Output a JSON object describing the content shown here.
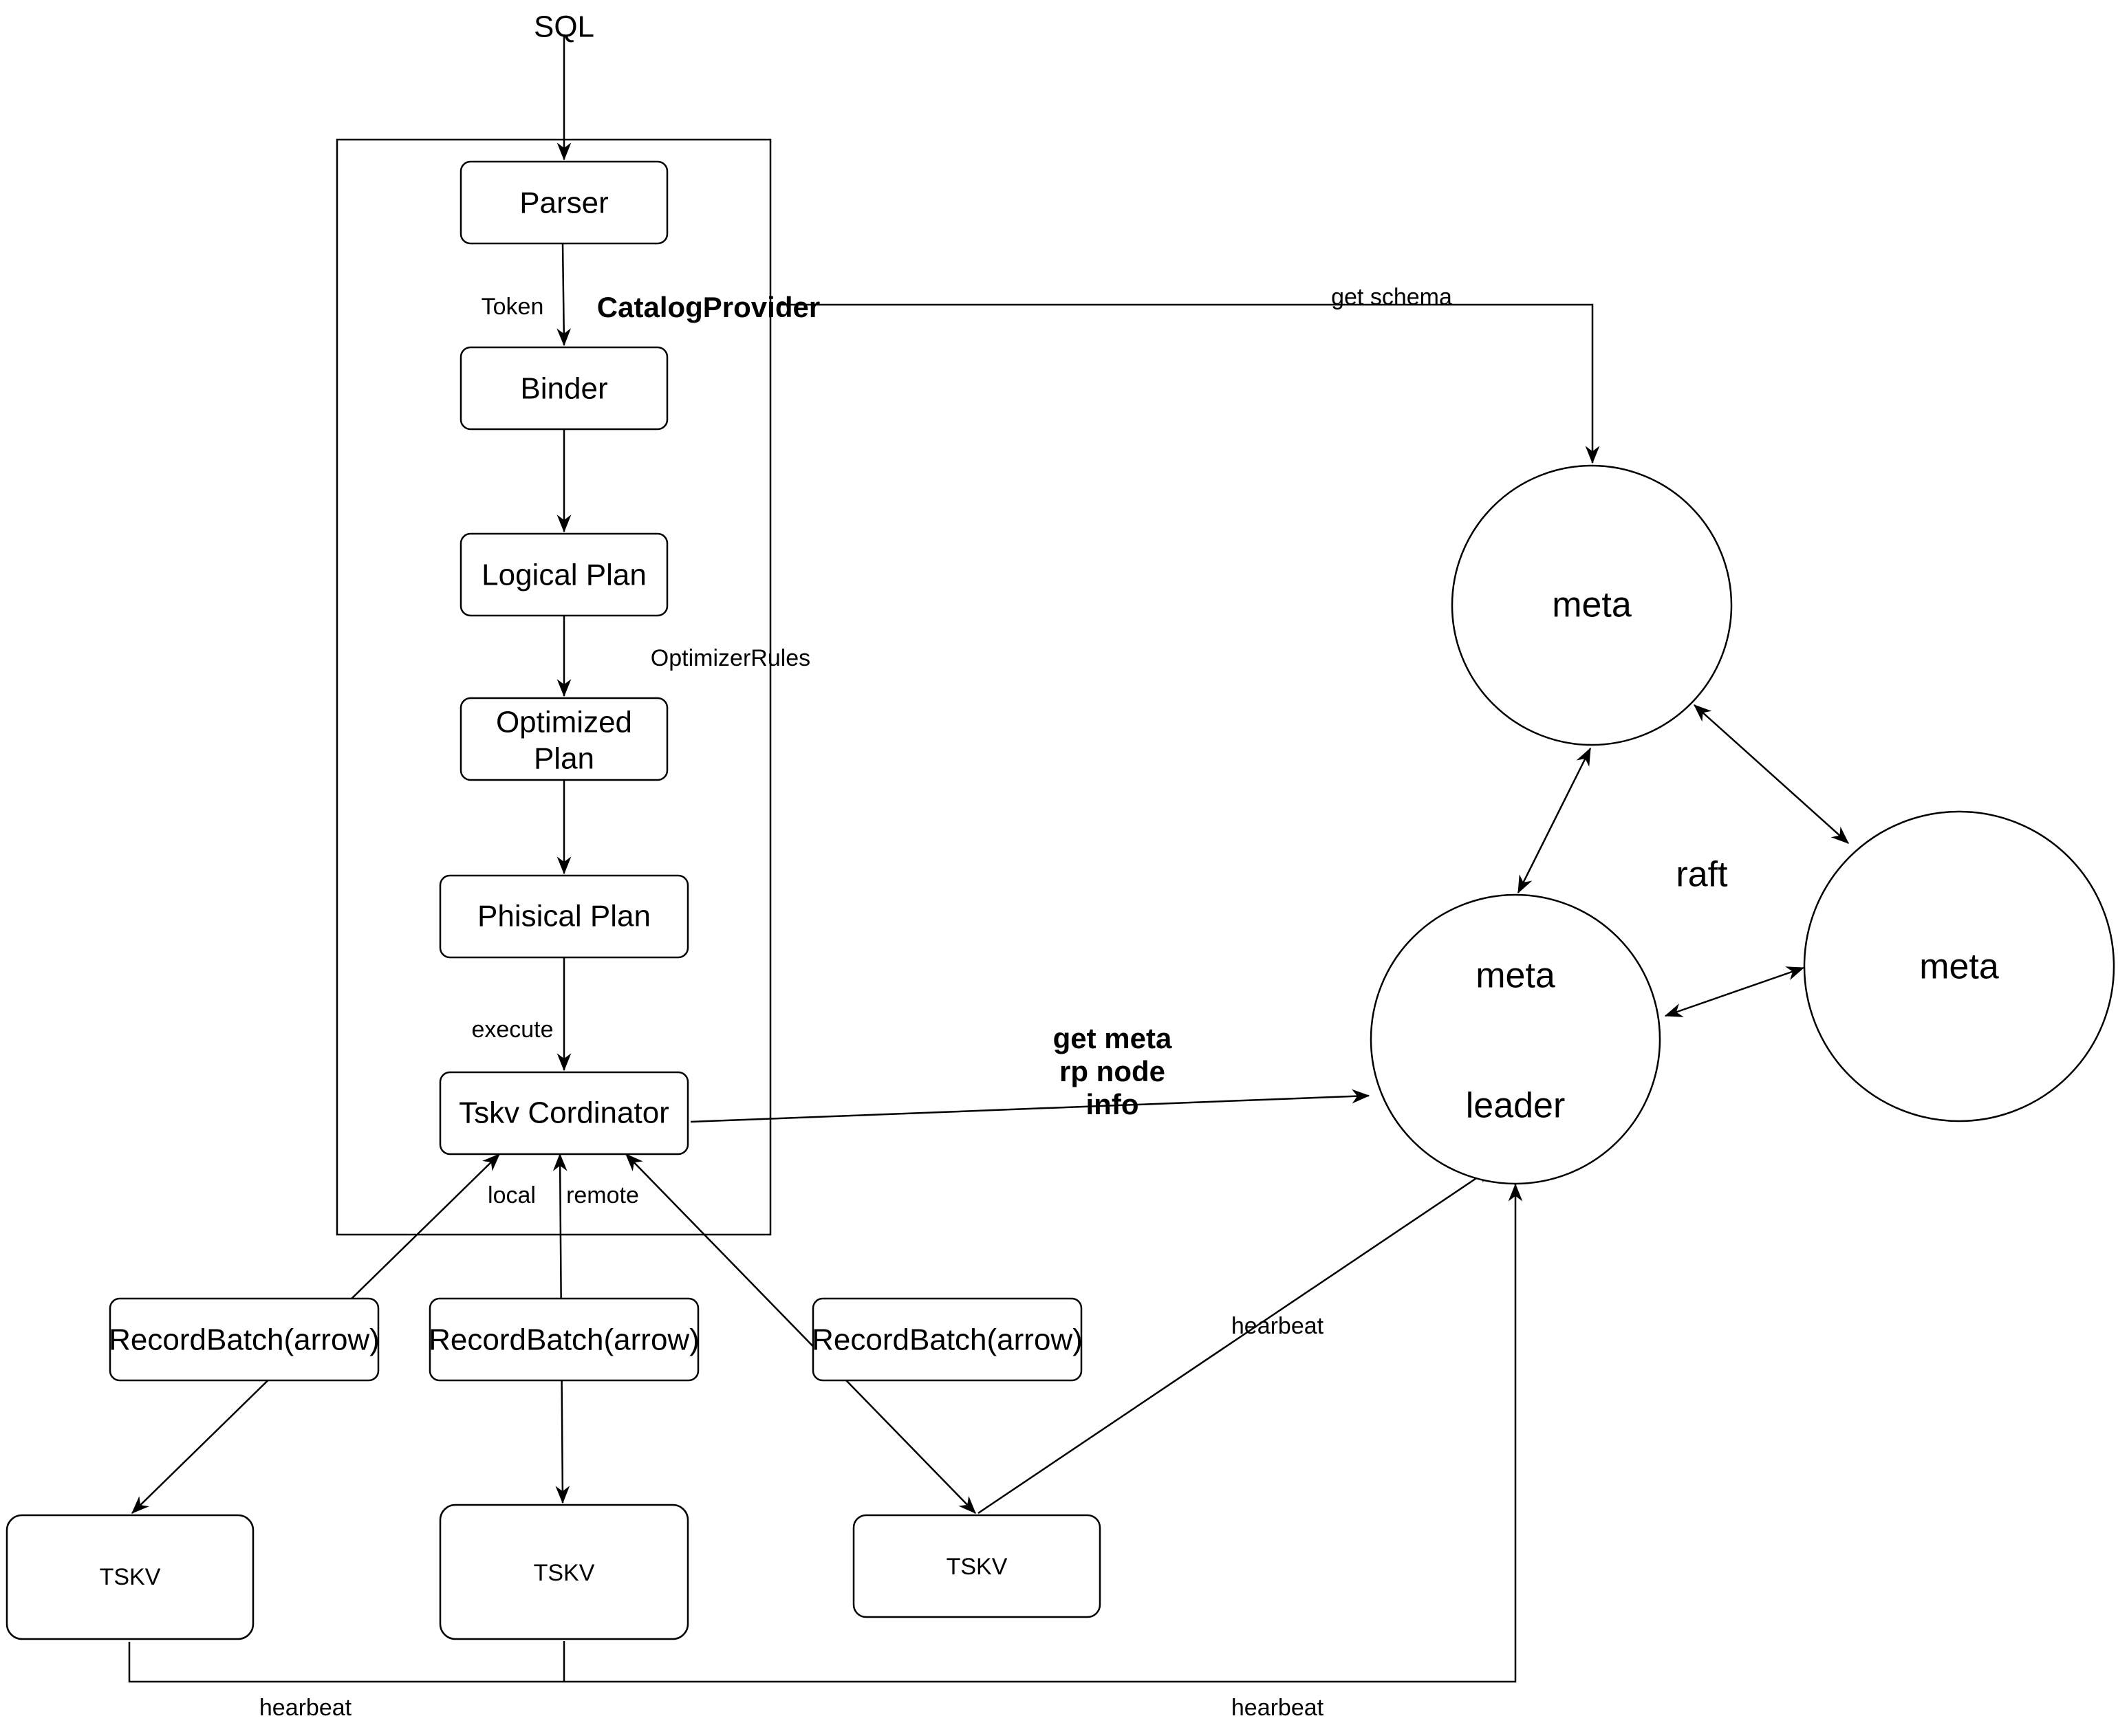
{
  "input_label": "SQL",
  "pipeline": {
    "parser": "Parser",
    "binder": "Binder",
    "logical_plan": "Logical Plan",
    "optimized_plan_line1": "Optimized",
    "optimized_plan_line2": "Plan",
    "phisical_plan": "Phisical Plan",
    "coordinator": "Tskv Cordinator"
  },
  "labels": {
    "token": "Token",
    "catalog_provider": "CatalogProvider",
    "get_schema": "get schema",
    "optimizer_rules": "OptimizerRules",
    "execute": "execute",
    "local": "local",
    "remote": "remote",
    "get_meta_line1": "get meta",
    "get_meta_line2": "rp node",
    "get_meta_line3": "info",
    "raft": "raft",
    "hearbeat_top": "hearbeat",
    "hearbeat_bottom_left": "hearbeat",
    "hearbeat_bottom_right": "hearbeat"
  },
  "record_batches": [
    "RecordBatch(arrow)",
    "RecordBatch(arrow)",
    "RecordBatch(arrow)"
  ],
  "tskv_nodes": [
    "TSKV",
    "TSKV",
    "TSKV"
  ],
  "meta_nodes": {
    "top": "meta",
    "right": "meta",
    "leader_line1": "meta",
    "leader_line2": "leader"
  }
}
